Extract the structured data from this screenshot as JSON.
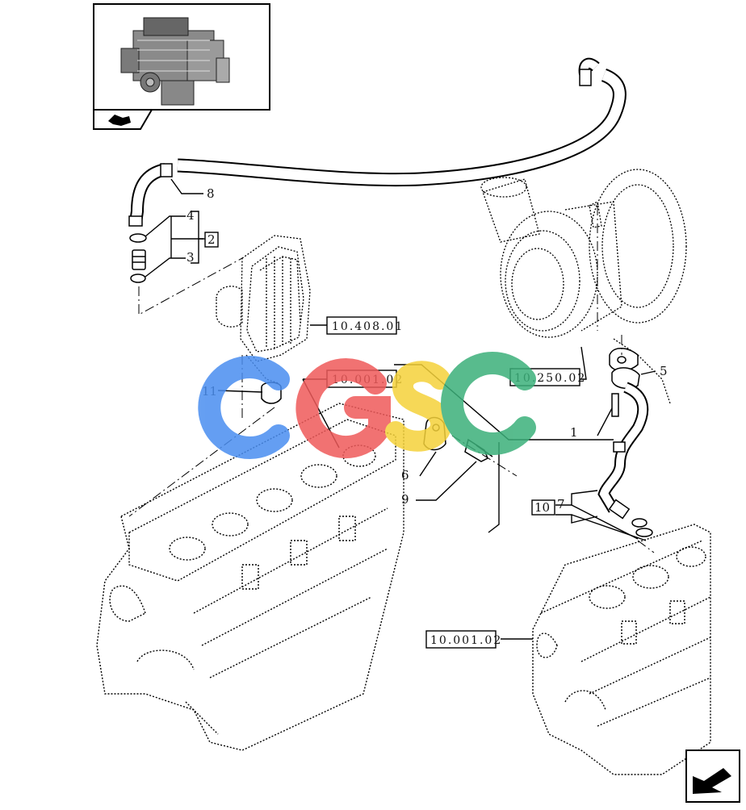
{
  "part_numbers": [
    "8",
    "4",
    "3",
    "5",
    "11",
    "1",
    "6",
    "9",
    "7"
  ],
  "group_labels": [
    "2",
    "10"
  ],
  "reference_codes": [
    "10.408.01",
    "10.001.02",
    "10.250.02",
    "10.001.02"
  ],
  "watermark": {
    "letters": [
      "C",
      "G",
      "S",
      "C"
    ],
    "colors": [
      "#4a8ef0",
      "#ef5a5a",
      "#f5d23a",
      "#3bb07a"
    ]
  },
  "icons": [
    "engine-thumbnail-icon",
    "nav-arrow-icon",
    "next-page-arrow-icon"
  ]
}
